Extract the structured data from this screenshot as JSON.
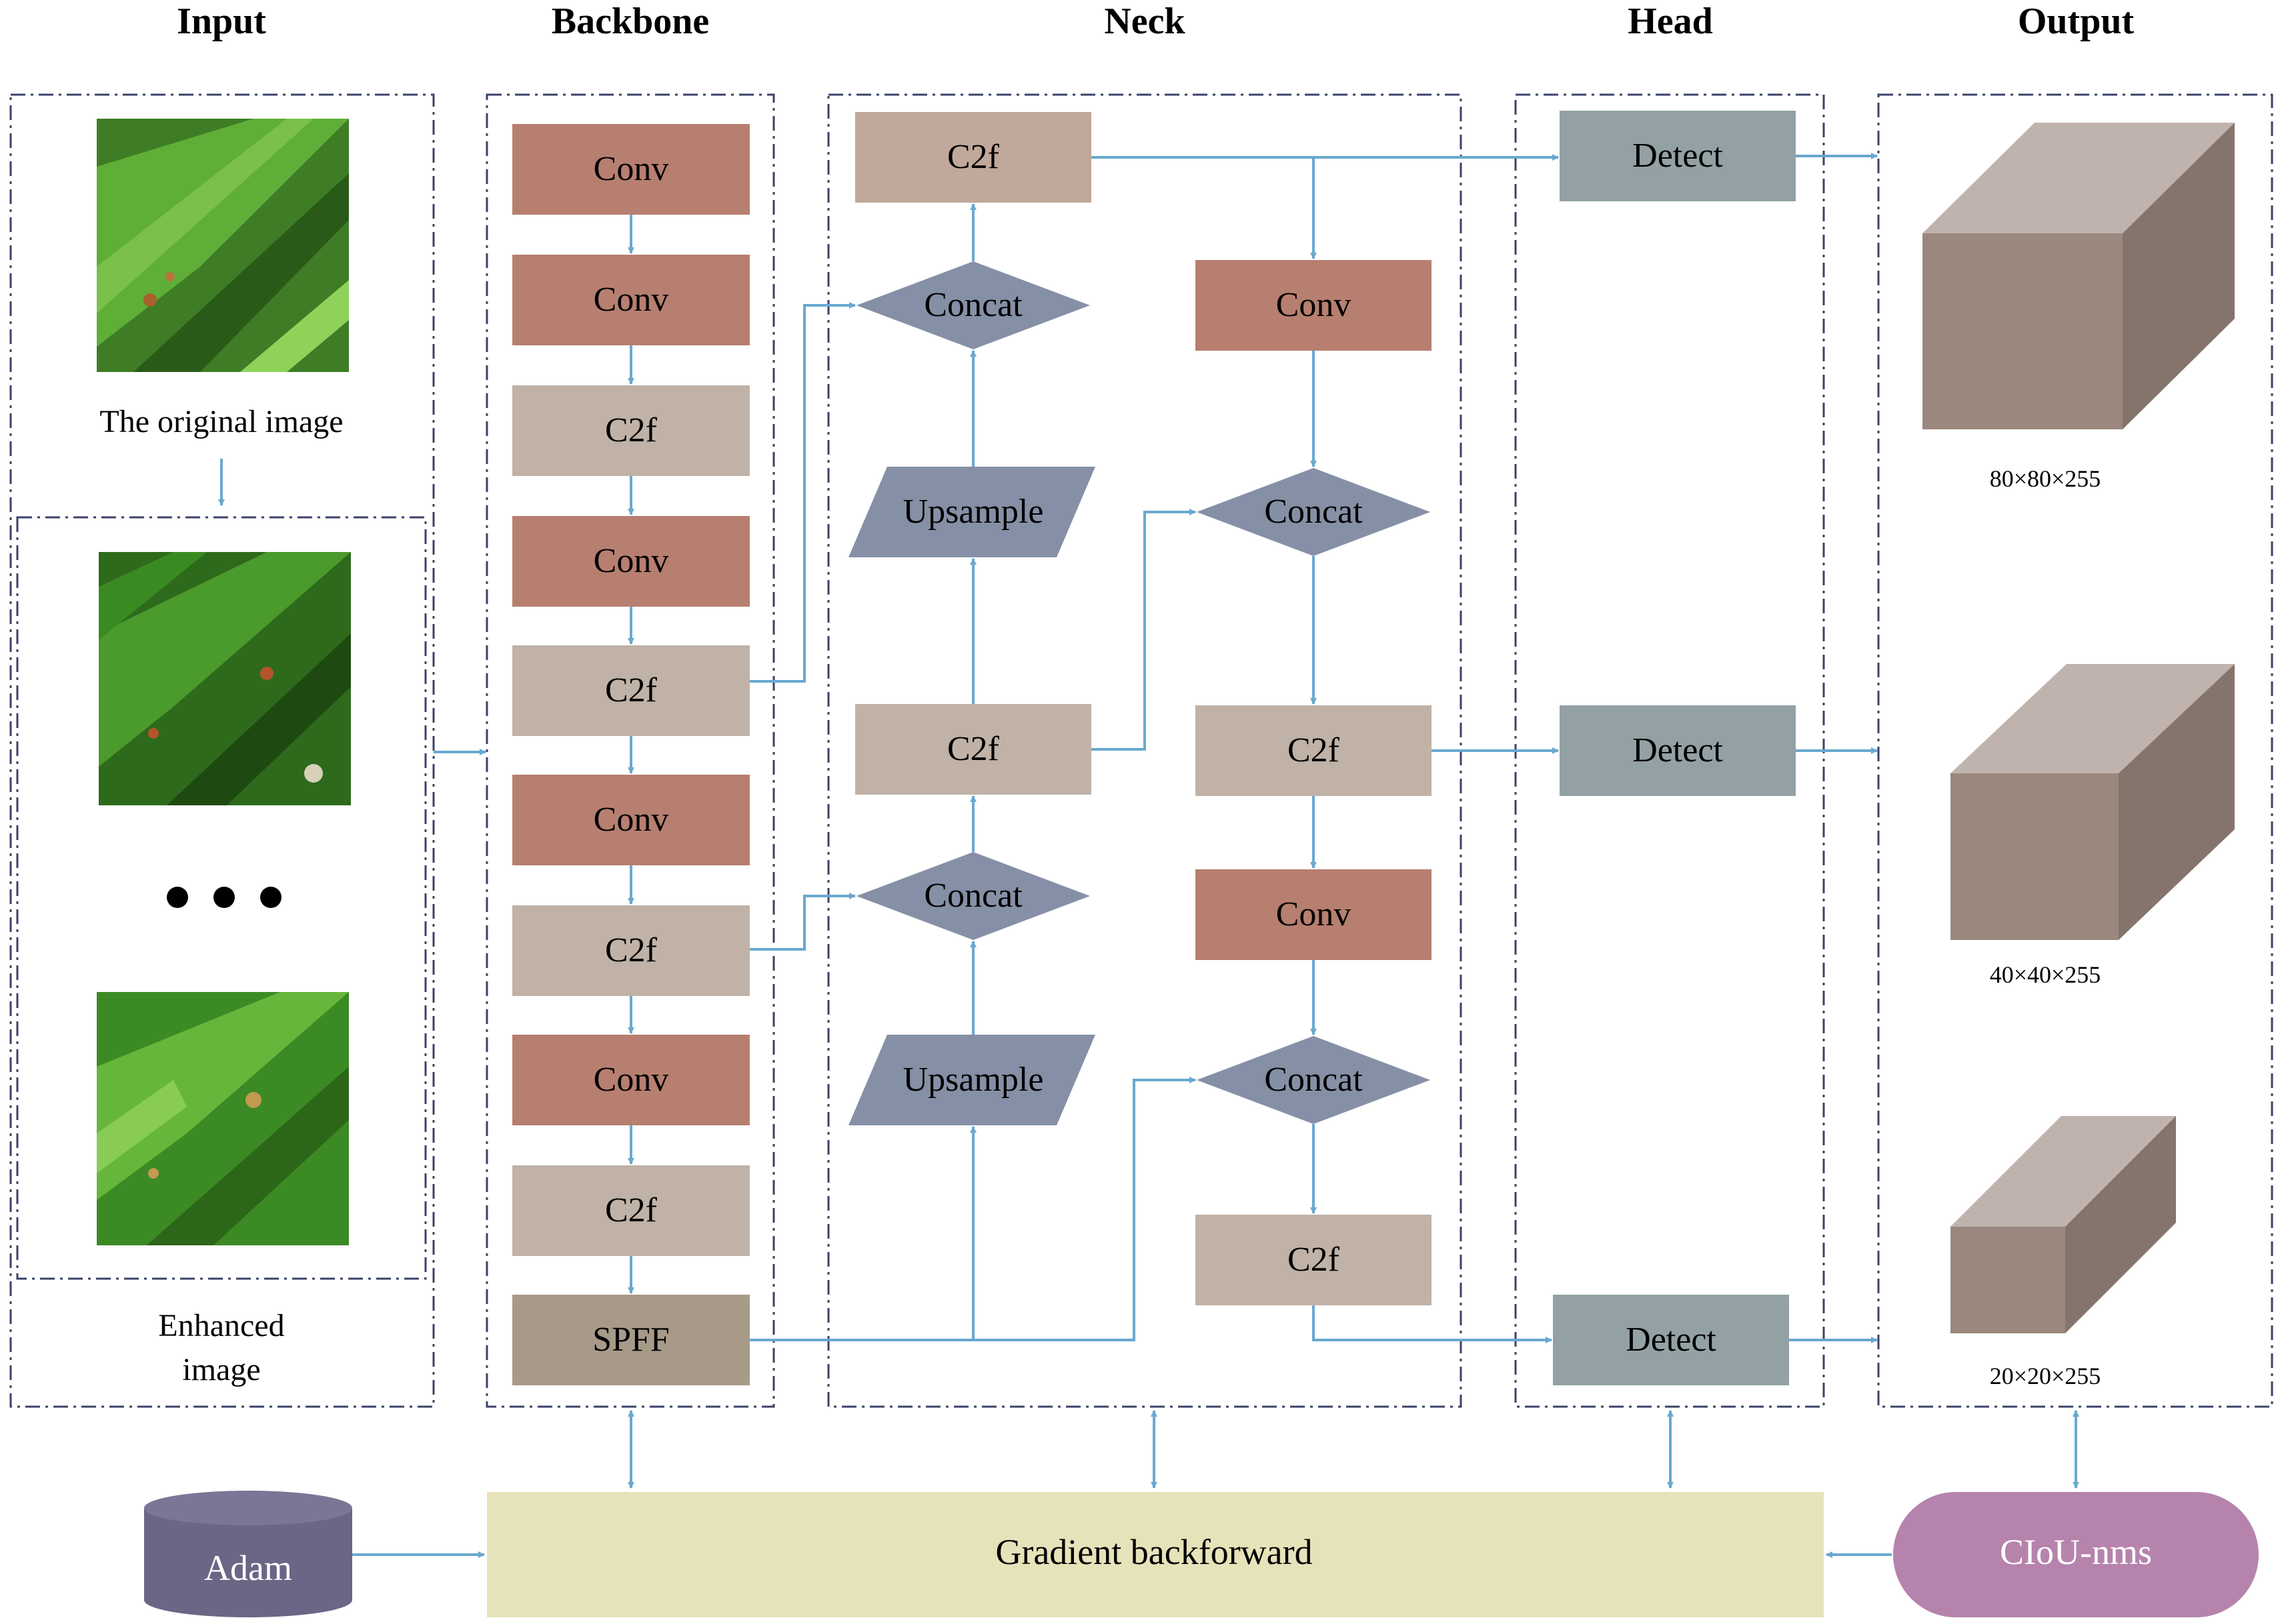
{
  "headers": {
    "input": "Input",
    "backbone": "Backbone",
    "neck": "Neck",
    "head": "Head",
    "output": "Output"
  },
  "input": {
    "original_caption": "The original image",
    "enhanced_caption_line1": "Enhanced",
    "enhanced_caption_line2": "image"
  },
  "backbone": {
    "blocks": [
      "Conv",
      "Conv",
      "C2f",
      "Conv",
      "C2f",
      "Conv",
      "C2f",
      "Conv",
      "C2f",
      "SPFF"
    ]
  },
  "neck": {
    "left": {
      "c2f_top": "C2f",
      "concat_top": "Concat",
      "upsample_top": "Upsample",
      "c2f_mid": "C2f",
      "concat_mid": "Concat",
      "upsample_bottom": "Upsample"
    },
    "right": {
      "conv_top": "Conv",
      "concat_top": "Concat",
      "c2f_mid": "C2f",
      "conv_mid": "Conv",
      "concat_bottom": "Concat",
      "c2f_bottom": "C2f"
    }
  },
  "head": {
    "detect_top": "Detect",
    "detect_mid": "Detect",
    "detect_bottom": "Detect"
  },
  "output": {
    "top": "80×80×255",
    "mid": "40×40×255",
    "bottom": "20×20×255"
  },
  "training": {
    "optimizer": "Adam",
    "gradient": "Gradient backforward",
    "loss": "CIoU-nms"
  },
  "colors": {
    "conv": "#b77f6f",
    "c2f": "#c0b2a6",
    "spff": "#a79a89",
    "concat": "#8590a6",
    "detect": "#93a1a5",
    "gradient": "#e6e2ba",
    "adam": "#6c6586",
    "ciou": "#b683ad",
    "arrow": "#6aa8cf",
    "border": "#3b4268"
  }
}
